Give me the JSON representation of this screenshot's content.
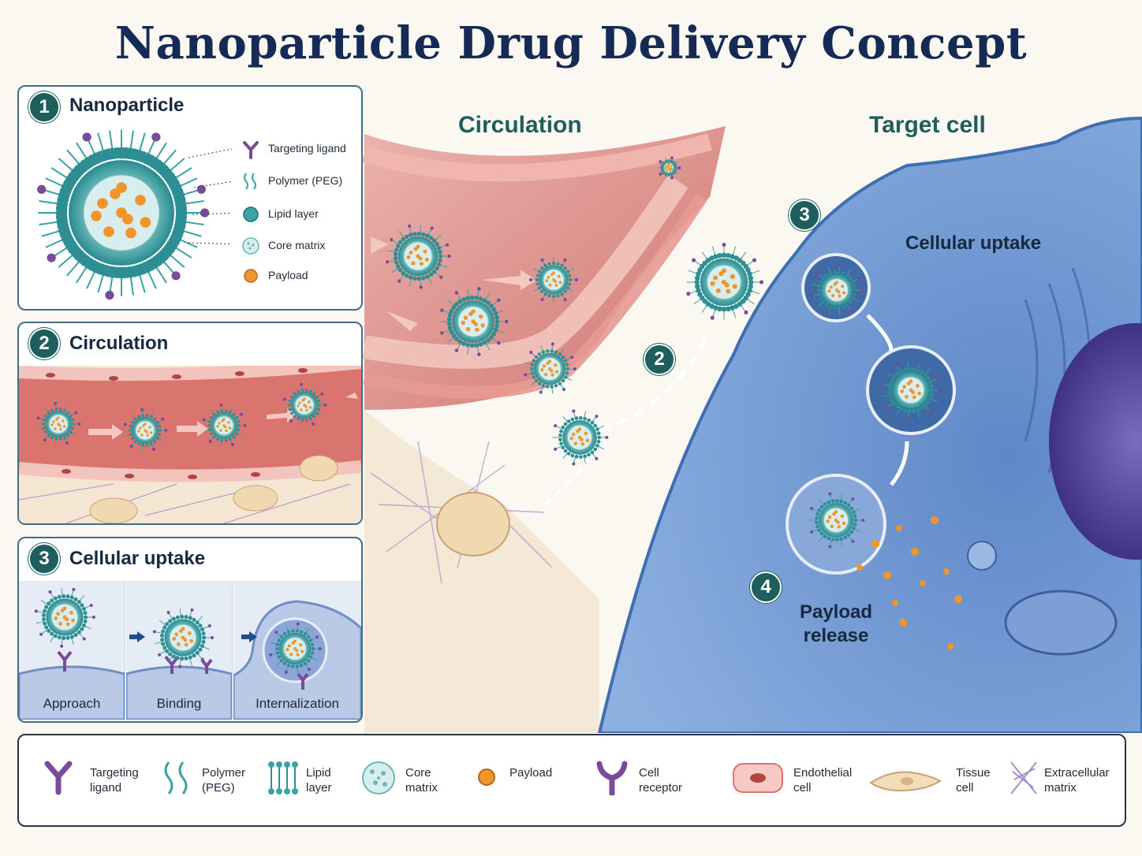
{
  "title": "Nanoparticle Drug Delivery Concept",
  "panel1": {
    "number": "1",
    "title": "Nanoparticle",
    "legend": [
      {
        "label": "Targeting ligand",
        "icon": "targeting-ligand-icon"
      },
      {
        "label": "Polymer (PEG)",
        "icon": "polymer-peg-icon"
      },
      {
        "label": "Lipid layer",
        "icon": "lipid-layer-icon"
      },
      {
        "label": "Core matrix",
        "icon": "core-matrix-icon"
      },
      {
        "label": "Payload",
        "icon": "payload-icon"
      }
    ]
  },
  "panel2": {
    "number": "2",
    "title": "Circulation"
  },
  "panel3": {
    "number": "3",
    "title": "Cellular uptake",
    "steps": [
      "Approach",
      "Binding",
      "Internalization"
    ]
  },
  "main": {
    "circulation_label": "Circulation",
    "target_cell_label": "Target cell",
    "step2_number": "2",
    "step3_number": "3",
    "step3_label": "Cellular uptake",
    "step4_number": "4",
    "step4_label_line1": "Payload",
    "step4_label_line2": "release"
  },
  "legend": [
    {
      "line1": "Targeting",
      "line2": "ligand",
      "icon": "targeting-ligand-icon"
    },
    {
      "line1": "Polymer",
      "line2": "(PEG)",
      "icon": "polymer-peg-icon"
    },
    {
      "line1": "Lipid",
      "line2": "layer",
      "icon": "lipid-layer-icon"
    },
    {
      "line1": "Core",
      "line2": "matrix",
      "icon": "core-matrix-icon"
    },
    {
      "line1": "Payload",
      "line2": "",
      "icon": "payload-icon"
    },
    {
      "line1": "Cell",
      "line2": "receptor",
      "icon": "cell-receptor-icon"
    },
    {
      "line1": "Endothelial",
      "line2": "cell",
      "icon": "endothelial-cell-icon"
    },
    {
      "line1": "Tissue",
      "line2": "cell",
      "icon": "tissue-cell-icon"
    },
    {
      "line1": "Extracellular",
      "line2": "matrix",
      "icon": "extracellular-matrix-icon"
    }
  ],
  "colors": {
    "title": "#152a55",
    "badge": "#1e5e5c",
    "nanoparticle_shell": "#3aa3a5",
    "payload": "#f0952a",
    "ligand": "#7a4a9b",
    "vessel": "#d9746f",
    "cell": "#6f95cf",
    "nucleus": "#5b4a9e"
  }
}
